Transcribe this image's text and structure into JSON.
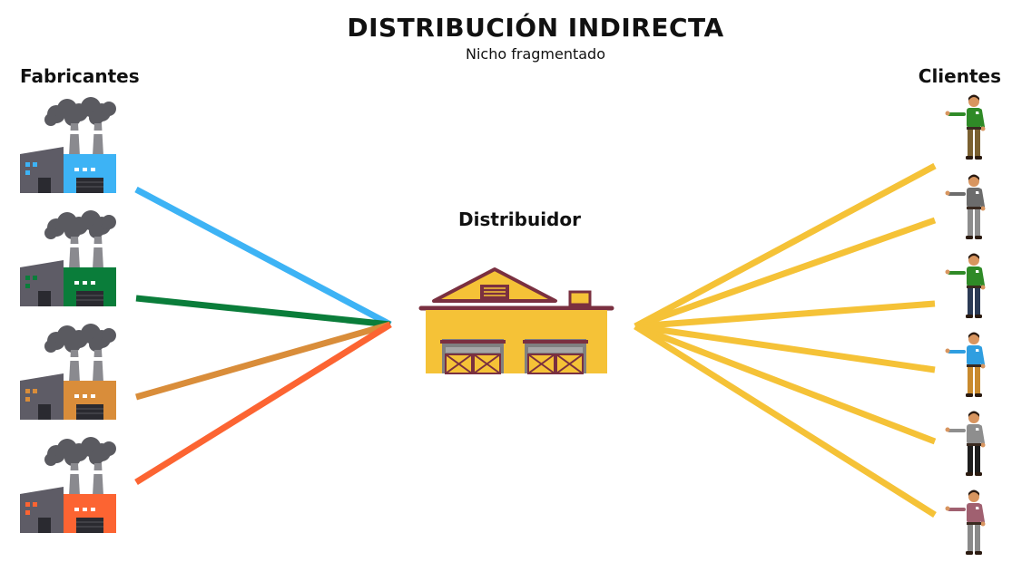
{
  "title": "DISTRIBUCIÓN INDIRECTA",
  "subtitle": "Nicho fragmentado",
  "labels": {
    "manufacturers": "Fabricantes",
    "distributor": "Distribuidor",
    "clients": "Clientes"
  },
  "manufacturers": [
    {
      "name": "factory-blue-icon",
      "color": "#3db3f5"
    },
    {
      "name": "factory-green-icon",
      "color": "#0a7d3a"
    },
    {
      "name": "factory-tan-icon",
      "color": "#d98d3a"
    },
    {
      "name": "factory-orange-icon",
      "color": "#fc6432"
    }
  ],
  "clients": [
    {
      "name": "person-green-shirt-icon",
      "shirt": "#2f8a27",
      "pants": "#7a6030"
    },
    {
      "name": "person-gray-shirt-icon",
      "shirt": "#6c6c6c",
      "pants": "#8d8d8d"
    },
    {
      "name": "person-green-shirt-dark-pants-icon",
      "shirt": "#2f8a27",
      "pants": "#2b3a55"
    },
    {
      "name": "person-blue-shirt-icon",
      "shirt": "#2f9ee0",
      "pants": "#c98a2e"
    },
    {
      "name": "person-gray-shirt-black-pants-icon",
      "shirt": "#8e8e8e",
      "pants": "#1d1d1d"
    },
    {
      "name": "person-mauve-shirt-icon",
      "shirt": "#a06070",
      "pants": "#8a8a8a"
    }
  ],
  "colors": {
    "client_lines": "#f5c237",
    "warehouse_body": "#f5c237",
    "warehouse_roof": "#7a3040",
    "door": "#808080"
  }
}
